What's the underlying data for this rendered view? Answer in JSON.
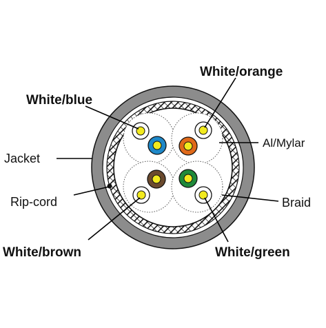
{
  "labels": {
    "white_orange": "White/orange",
    "white_blue": "White/blue",
    "al_mylar": "Al/Mylar",
    "jacket": "Jacket",
    "rip_cord": "Rip-cord",
    "braid": "Braid",
    "white_brown": "White/brown",
    "white_green": "White/green"
  },
  "colors": {
    "jacket": "#8c8c8c",
    "conductor_yellow": "#f2ea1e",
    "blue": "#1e88c8",
    "orange": "#e06a1a",
    "brown": "#6b4a2e",
    "green": "#1f8a3a",
    "outline": "#111111"
  }
}
